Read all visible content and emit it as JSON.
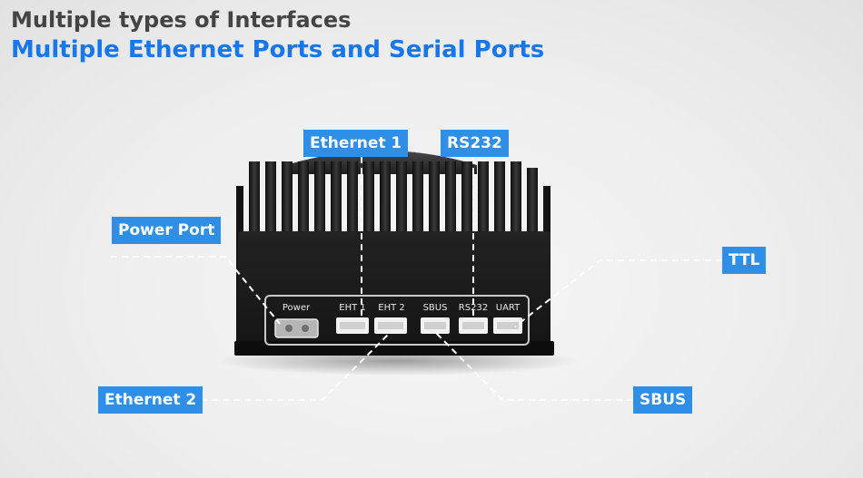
{
  "headline": {
    "line1": "Multiple types of Interfaces",
    "line2": "Multiple Ethernet Ports and Serial Ports"
  },
  "callouts": {
    "ethernet1": "Ethernet 1",
    "rs232": "RS232",
    "power_port": "Power Port",
    "ttl": "TTL",
    "ethernet2": "Ethernet 2",
    "sbus": "SBUS"
  },
  "panel_ports": {
    "power": "Power",
    "eht1": "EHT 1",
    "eht2": "EHT 2",
    "sbus": "SBUS",
    "rs232": "RS232",
    "uart": "UART"
  },
  "colors": {
    "headline_gray": "#444444",
    "headline_blue": "#1677ee",
    "label_bg": "#2f8ee5",
    "device_body": "#1a1a1a"
  }
}
